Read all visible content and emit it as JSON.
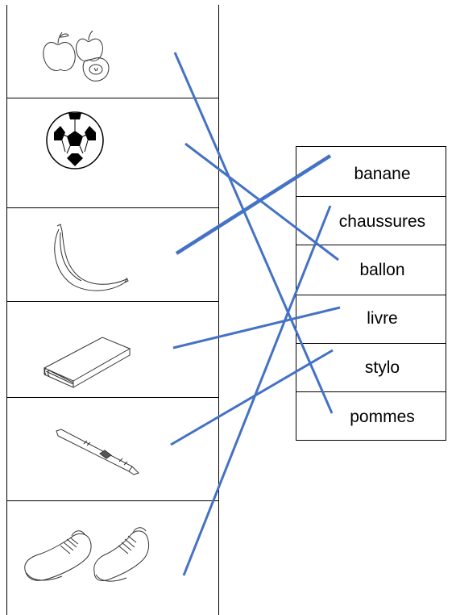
{
  "words": [
    "banane",
    "chaussures",
    "ballon",
    "livre",
    "stylo",
    "pommes"
  ],
  "pictures": [
    {
      "name": "apples-icon"
    },
    {
      "name": "soccer-ball-icon"
    },
    {
      "name": "banana-icon"
    },
    {
      "name": "book-icon"
    },
    {
      "name": "pen-icon"
    },
    {
      "name": "shoes-icon"
    }
  ],
  "matches": [
    {
      "picture": "apples-icon",
      "word": "pommes"
    },
    {
      "picture": "soccer-ball-icon",
      "word": "ballon"
    },
    {
      "picture": "banana-icon",
      "word": "banane"
    },
    {
      "picture": "book-icon",
      "word": "livre"
    },
    {
      "picture": "pen-icon",
      "word": "stylo"
    },
    {
      "picture": "shoes-icon",
      "word": "chaussures"
    }
  ],
  "colors": {
    "line": "#4472C4",
    "border": "#000000"
  }
}
